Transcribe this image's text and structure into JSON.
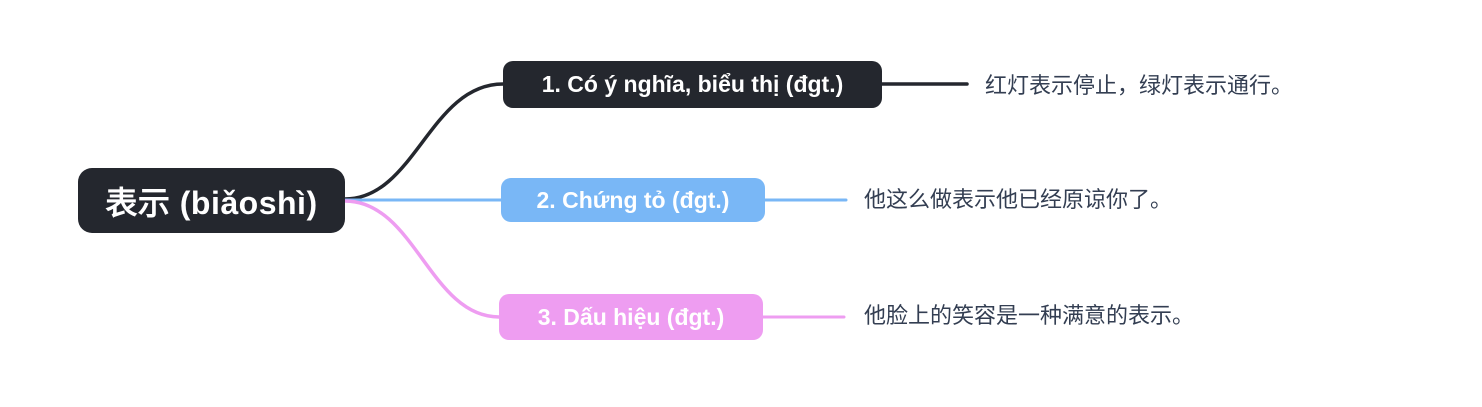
{
  "root": {
    "label": "表示 (biǎoshì)"
  },
  "branches": [
    {
      "label": "1. Có ý nghĩa, biểu thị (đgt.)",
      "example": "红灯表示停止，绿灯表示通行。",
      "color": "#24272e"
    },
    {
      "label": "2. Chứng tỏ (đgt.)",
      "example": "他这么做表示他已经原谅你了。",
      "color": "#79b7f6"
    },
    {
      "label": "3. Dấu hiệu (đgt.)",
      "example": "他脸上的笑容是一种满意的表示。",
      "color": "#ee9df1"
    }
  ],
  "colors": {
    "canvas_bg": "#ffffff",
    "root_bg": "#24272e",
    "node_text": "#ffffff",
    "example_text": "#333e52"
  }
}
